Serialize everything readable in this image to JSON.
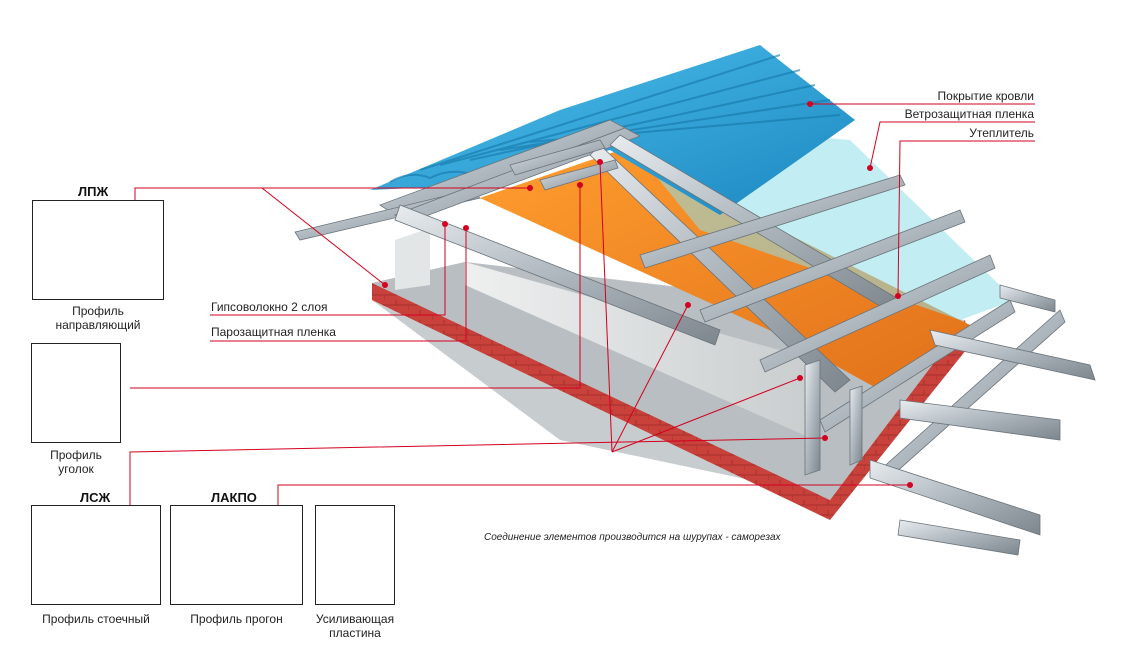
{
  "colors": {
    "leader": "#d3001f",
    "roof": "#2a9fd2",
    "insulation": "#f08a1e",
    "film": "#7fd3e0",
    "steel": "#b7c0c7",
    "brick": "#c8413b",
    "board": "#d9dcdc"
  },
  "right_labels": [
    {
      "text": "Покрытие кровли"
    },
    {
      "text": "Ветрозащитная пленка"
    },
    {
      "text": "Утеплитель"
    }
  ],
  "left_labels": [
    {
      "text": "Гипсоволокно 2 слоя"
    },
    {
      "text": "Парозащитная пленка"
    }
  ],
  "profiles": {
    "lpzh": {
      "code": "ЛПЖ",
      "caption_1": "Профиль",
      "caption_2": "направляющий",
      "icon": "channel-profile-icon"
    },
    "ugolok": {
      "caption_1": "Профиль",
      "caption_2": "уголок",
      "icon": "angle-profile-icon"
    },
    "lszh": {
      "code": "ЛСЖ",
      "caption_1": "Профиль стоечный",
      "icon": "stud-profile-icon"
    },
    "lakpo": {
      "code": "ЛАКПО",
      "caption_1": "Профиль прогон",
      "icon": "hat-profile-icon"
    },
    "plate": {
      "caption_1": "Усиливающая",
      "caption_2": "пластина",
      "icon": "plate-icon"
    }
  },
  "note": "Соединение элементов производится на шурупах - саморезах"
}
